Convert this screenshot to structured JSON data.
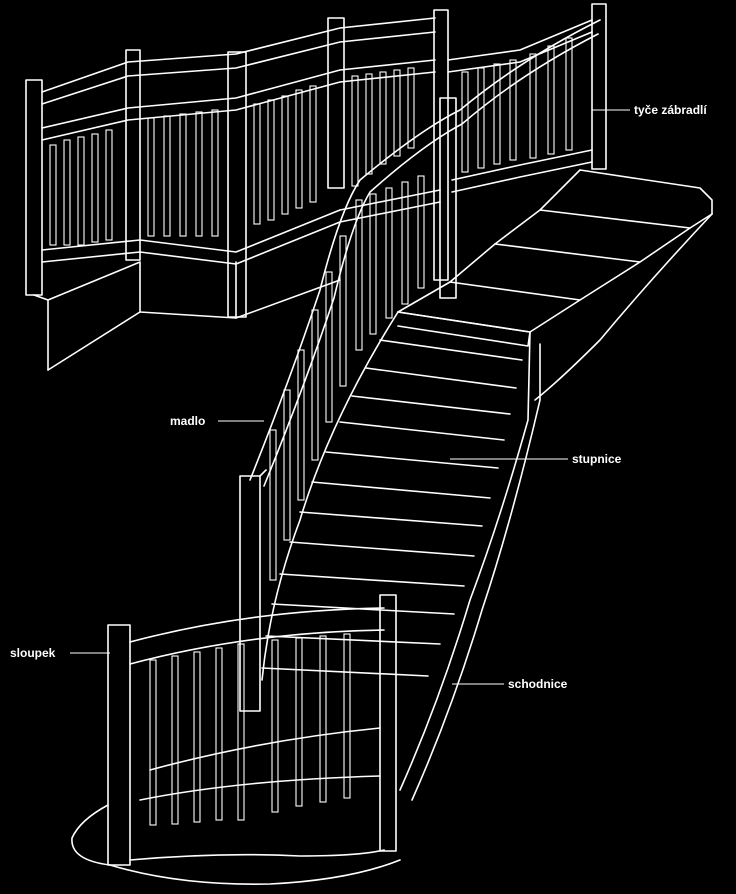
{
  "labels": {
    "balusters": "tyče zábradlí",
    "handrail": "madlo",
    "tread": "stupnice",
    "newel_post": "sloupek",
    "stringer": "schodnice"
  }
}
